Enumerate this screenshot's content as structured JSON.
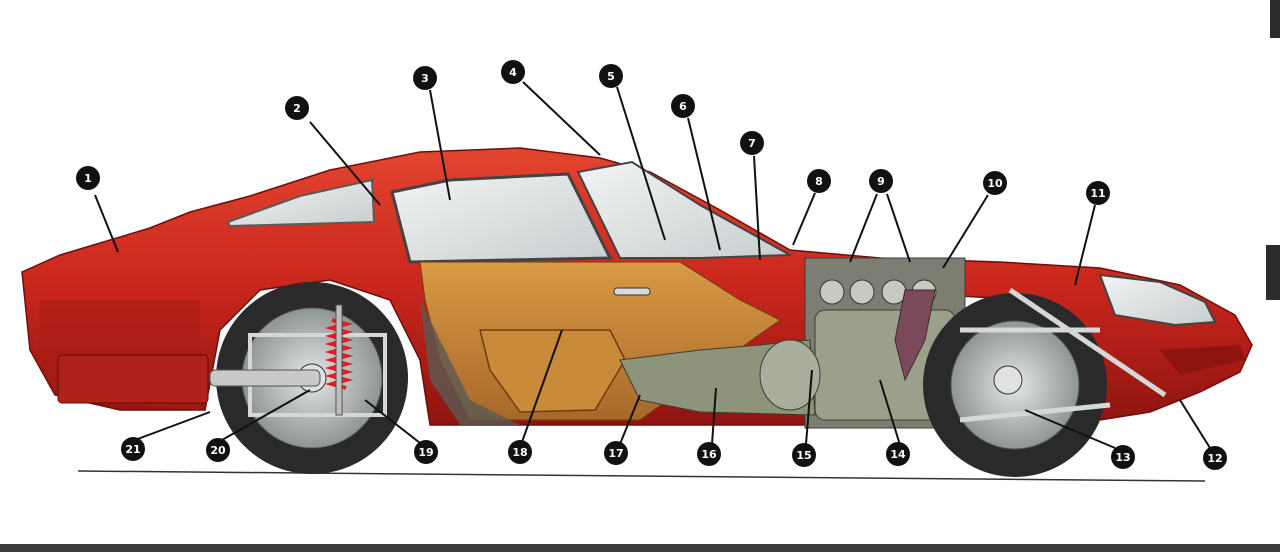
{
  "colors": {
    "body_red": "#c9261c",
    "body_red_dark": "#8e1410",
    "body_red_light": "#e2452f",
    "glass": "#dfe3e4",
    "interior_tan": "#c98a3a",
    "engine_grey": "#9aa08a",
    "tire_dark": "#2a2a2a",
    "rim_grey": "#b9bdbd",
    "callout_black": "#111111",
    "ground_line": "#333333"
  },
  "callouts": [
    "1",
    "2",
    "3",
    "4",
    "5",
    "6",
    "7",
    "8",
    "9",
    "10",
    "11",
    "12",
    "13",
    "14",
    "15",
    "16",
    "17",
    "18",
    "19",
    "20",
    "21"
  ]
}
